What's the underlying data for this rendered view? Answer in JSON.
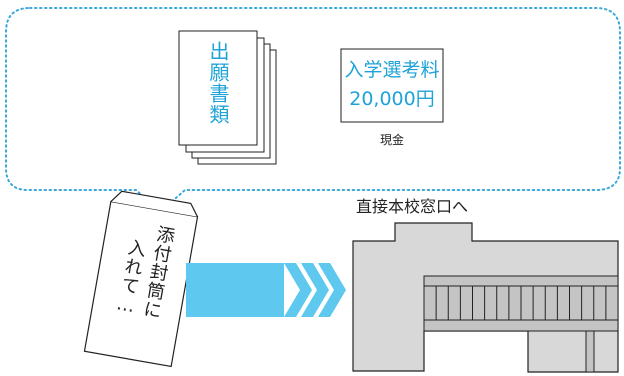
{
  "documents": {
    "label_chars": [
      "出",
      "願",
      "書",
      "類"
    ]
  },
  "fee_box": {
    "line1": "入学選考料",
    "line2": "20,000円",
    "caption": "現金"
  },
  "envelope": {
    "col_right_chars": [
      "添",
      "付",
      "封",
      "筒",
      "に"
    ],
    "col_left_chars": [
      "入",
      "れ",
      "て",
      "…"
    ]
  },
  "building": {
    "title": "直接本校窓口へ"
  },
  "colors": {
    "dotted_outline": "#3aa8d8",
    "document_text": "#1fa3d8",
    "arrow": "#5ec8ee",
    "building_fill": "#d8d8d8",
    "window_fill": "#c4c4c4"
  }
}
